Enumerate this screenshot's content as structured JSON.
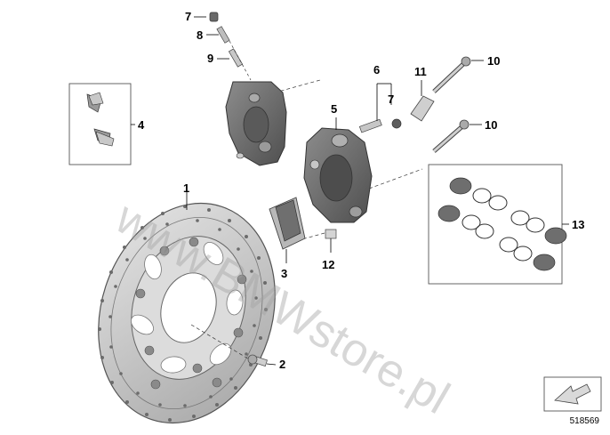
{
  "diagram": {
    "reference_number": "518569",
    "watermark": "www.BMWstore.pl",
    "callouts": [
      {
        "id": "1",
        "name": "brake-disc"
      },
      {
        "id": "2",
        "name": "disc-bolt"
      },
      {
        "id": "3",
        "name": "brake-pad"
      },
      {
        "id": "4",
        "name": "pad-clips-box"
      },
      {
        "id": "5",
        "name": "brake-caliper"
      },
      {
        "id": "6",
        "name": "bleeder-group"
      },
      {
        "id": "7",
        "name": "bleeder-cap"
      },
      {
        "id": "7",
        "name": "bleeder-cap-2"
      },
      {
        "id": "8",
        "name": "bleeder-screw"
      },
      {
        "id": "9",
        "name": "bleeder-valve"
      },
      {
        "id": "10",
        "name": "caliper-bolt-upper"
      },
      {
        "id": "10",
        "name": "caliper-bolt-lower"
      },
      {
        "id": "11",
        "name": "retaining-spring"
      },
      {
        "id": "12",
        "name": "pad-pin"
      },
      {
        "id": "13",
        "name": "piston-seal-kit"
      }
    ]
  },
  "colors": {
    "line": "#000000",
    "part_dark": "#6e6e6e",
    "part_mid": "#9a9a9a",
    "part_light": "#c8c8c8",
    "watermark": "#a0a0a0"
  }
}
